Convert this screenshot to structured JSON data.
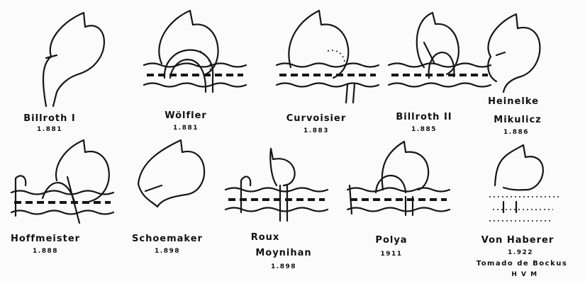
{
  "procedures": [
    {
      "name": "Billroth I",
      "year": "1.881"
    },
    {
      "name": "Wölfler",
      "year": "1.881"
    },
    {
      "name": "Curvoisier",
      "year": "1.883"
    },
    {
      "name": "Billroth II",
      "year": "1.885"
    },
    {
      "name": "Heinelke",
      "year": ""
    },
    {
      "name": "Mikulicz",
      "year": "1.886"
    },
    {
      "name": "Hoffmeister",
      "year": "1.888"
    },
    {
      "name": "Schoemaker",
      "year": "1.898"
    },
    {
      "name": "Roux",
      "year": ""
    },
    {
      "name": "Moynihan",
      "year": "1.898"
    },
    {
      "name": "Polya",
      "year": "1911"
    },
    {
      "name": "Von Haberer",
      "year": "1.922"
    }
  ],
  "credit": {
    "line1": "Tomado de Bockus",
    "line2": "H V M"
  }
}
